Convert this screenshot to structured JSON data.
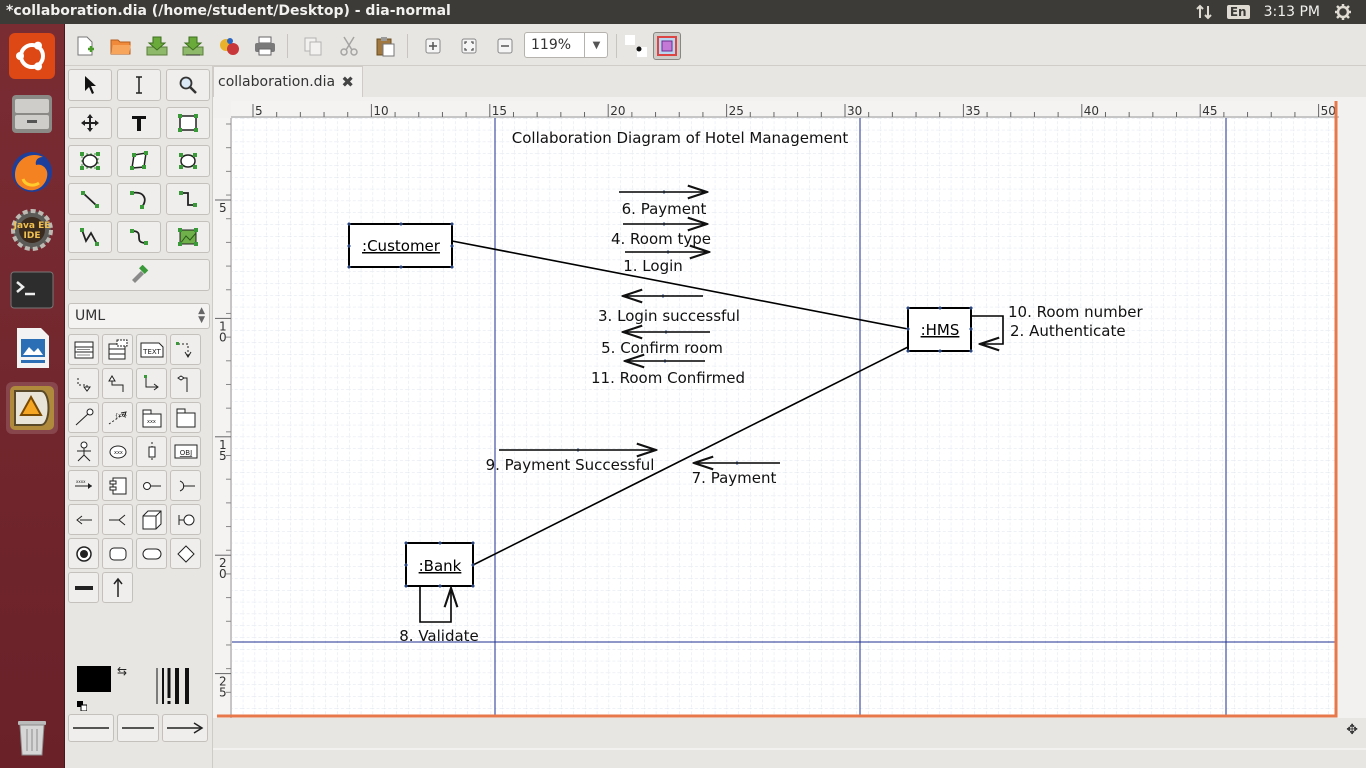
{
  "window": {
    "title": "*collaboration.dia (/home/student/Desktop) - dia-normal"
  },
  "panel": {
    "keyboard": "En",
    "clock": "3:13 PM"
  },
  "launcher": {
    "items": [
      "ubuntu-dash",
      "files",
      "firefox",
      "java-ee-ide",
      "terminal",
      "libreoffice-impress",
      "dia",
      "trash"
    ],
    "java_label": "Java EE IDE"
  },
  "toolbar": {
    "zoom": "119%"
  },
  "toolbox": {
    "sheet": "UML",
    "uml_text_label": "TEXT",
    "uml_obj_label": "OBJ"
  },
  "tab": {
    "label": "collaboration.dia"
  },
  "rulers": {
    "top": [
      "5",
      "10",
      "15",
      "20",
      "25",
      "30",
      "35",
      "40",
      "45",
      "50"
    ],
    "left": [
      "5",
      "10",
      "15",
      "20",
      "25"
    ]
  },
  "diagram": {
    "title": "Collaboration Diagram of Hotel Management",
    "objects": {
      "customer": ":Customer",
      "hms": ":HMS",
      "bank": ":Bank"
    },
    "messages": {
      "payment6": "6. Payment",
      "roomtype": "4. Room type",
      "login": "1. Login",
      "loginsuccess": "3. Login successful",
      "confirmroom": "5. Confirm room",
      "roomconfirmed": "11. Room Confirmed",
      "roomnumber": "10. Room number",
      "authenticate": "2. Authenticate",
      "paymentsuccess": "9. Payment Successful",
      "payment7": "7. Payment",
      "validate": "8. Validate"
    }
  },
  "colors": {
    "border": "#e8774a",
    "page_line": "#1c2f8f",
    "grid": "#d6dde8",
    "panel_bg": "#3c3b37",
    "launcher_bg": "#6f242b"
  }
}
